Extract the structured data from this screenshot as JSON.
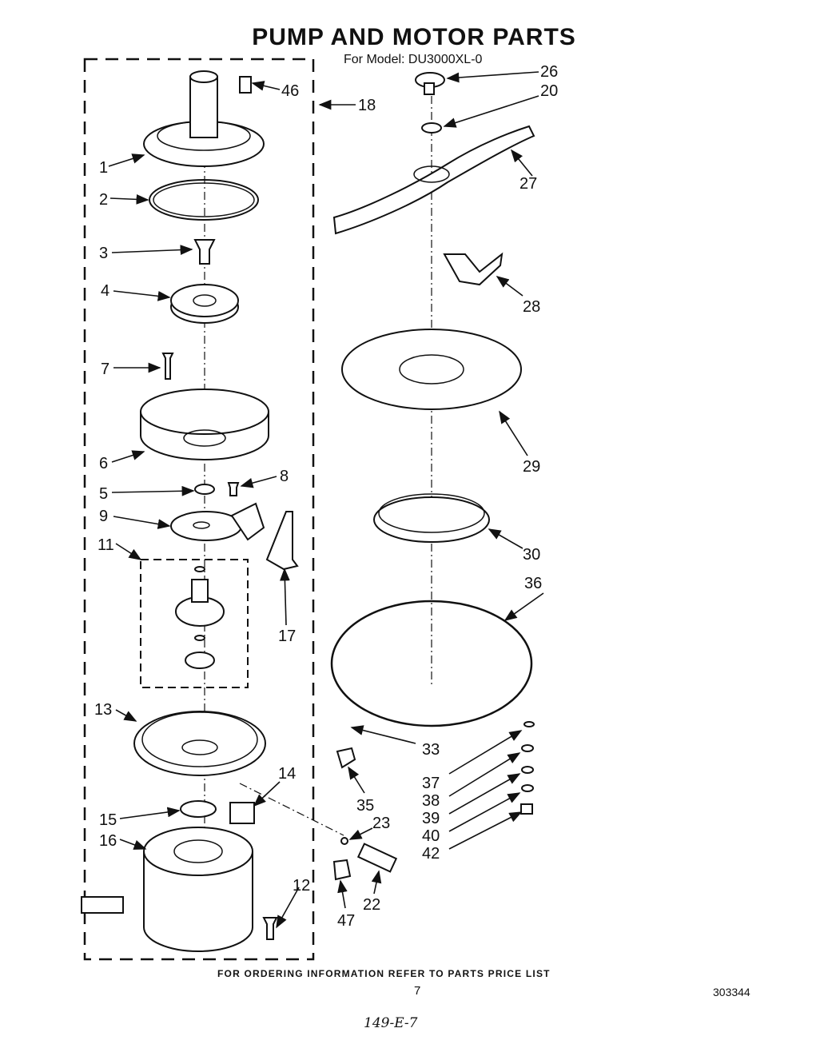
{
  "title": "PUMP AND MOTOR PARTS",
  "subtitle": "For Model: DU3000XL-0",
  "footer": "FOR ORDERING INFORMATION REFER TO PARTS PRICE LIST",
  "page_number": "7",
  "doc_number": "303344",
  "handwritten_note": "149-E-7",
  "labels": {
    "p1": "1",
    "p2": "2",
    "p3": "3",
    "p4": "4",
    "p5": "5",
    "p6": "6",
    "p7": "7",
    "p8": "8",
    "p9": "9",
    "p11": "11",
    "p12": "12",
    "p13": "13",
    "p14": "14",
    "p15": "15",
    "p16": "16",
    "p17": "17",
    "p18": "18",
    "p20": "20",
    "p22": "22",
    "p23": "23",
    "p26": "26",
    "p27": "27",
    "p28": "28",
    "p29": "29",
    "p30": "30",
    "p33": "33",
    "p35": "35",
    "p36": "36",
    "p37": "37",
    "p38": "38",
    "p39": "39",
    "p40": "40",
    "p42": "42",
    "p46": "46",
    "p47": "47"
  }
}
